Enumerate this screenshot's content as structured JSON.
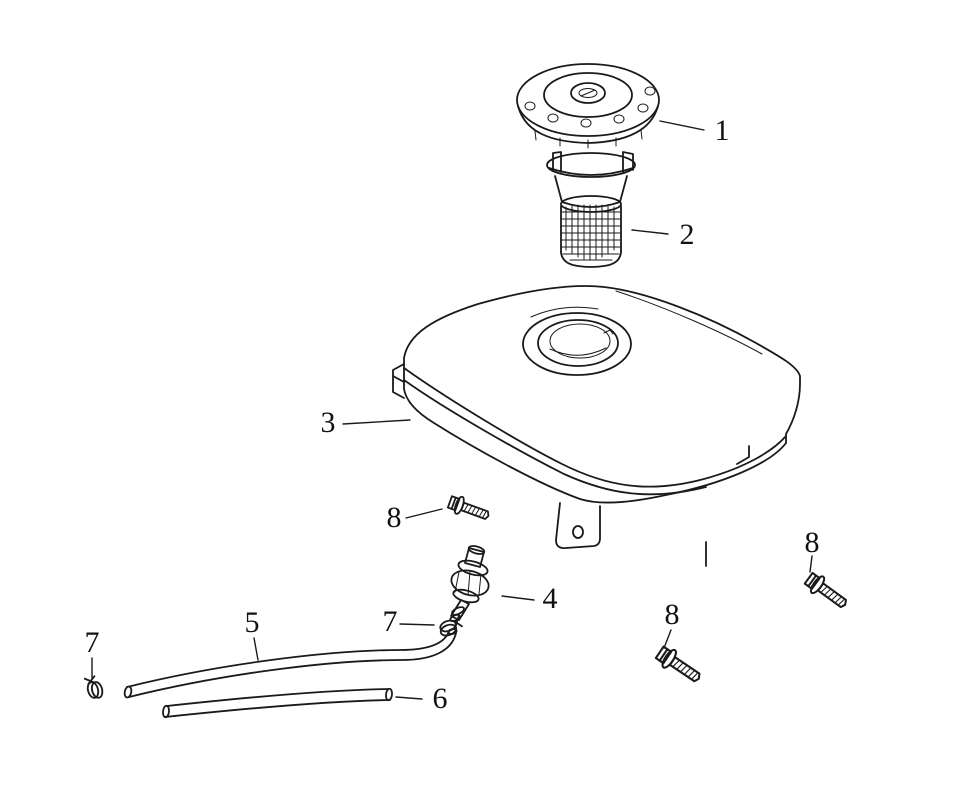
{
  "colors": {
    "background": "#ffffff",
    "line": "#1a1a1a",
    "label": "#111111"
  },
  "callouts": [
    "1",
    "2",
    "3",
    "4",
    "5",
    "6",
    "7",
    "7",
    "8",
    "8",
    "8"
  ]
}
